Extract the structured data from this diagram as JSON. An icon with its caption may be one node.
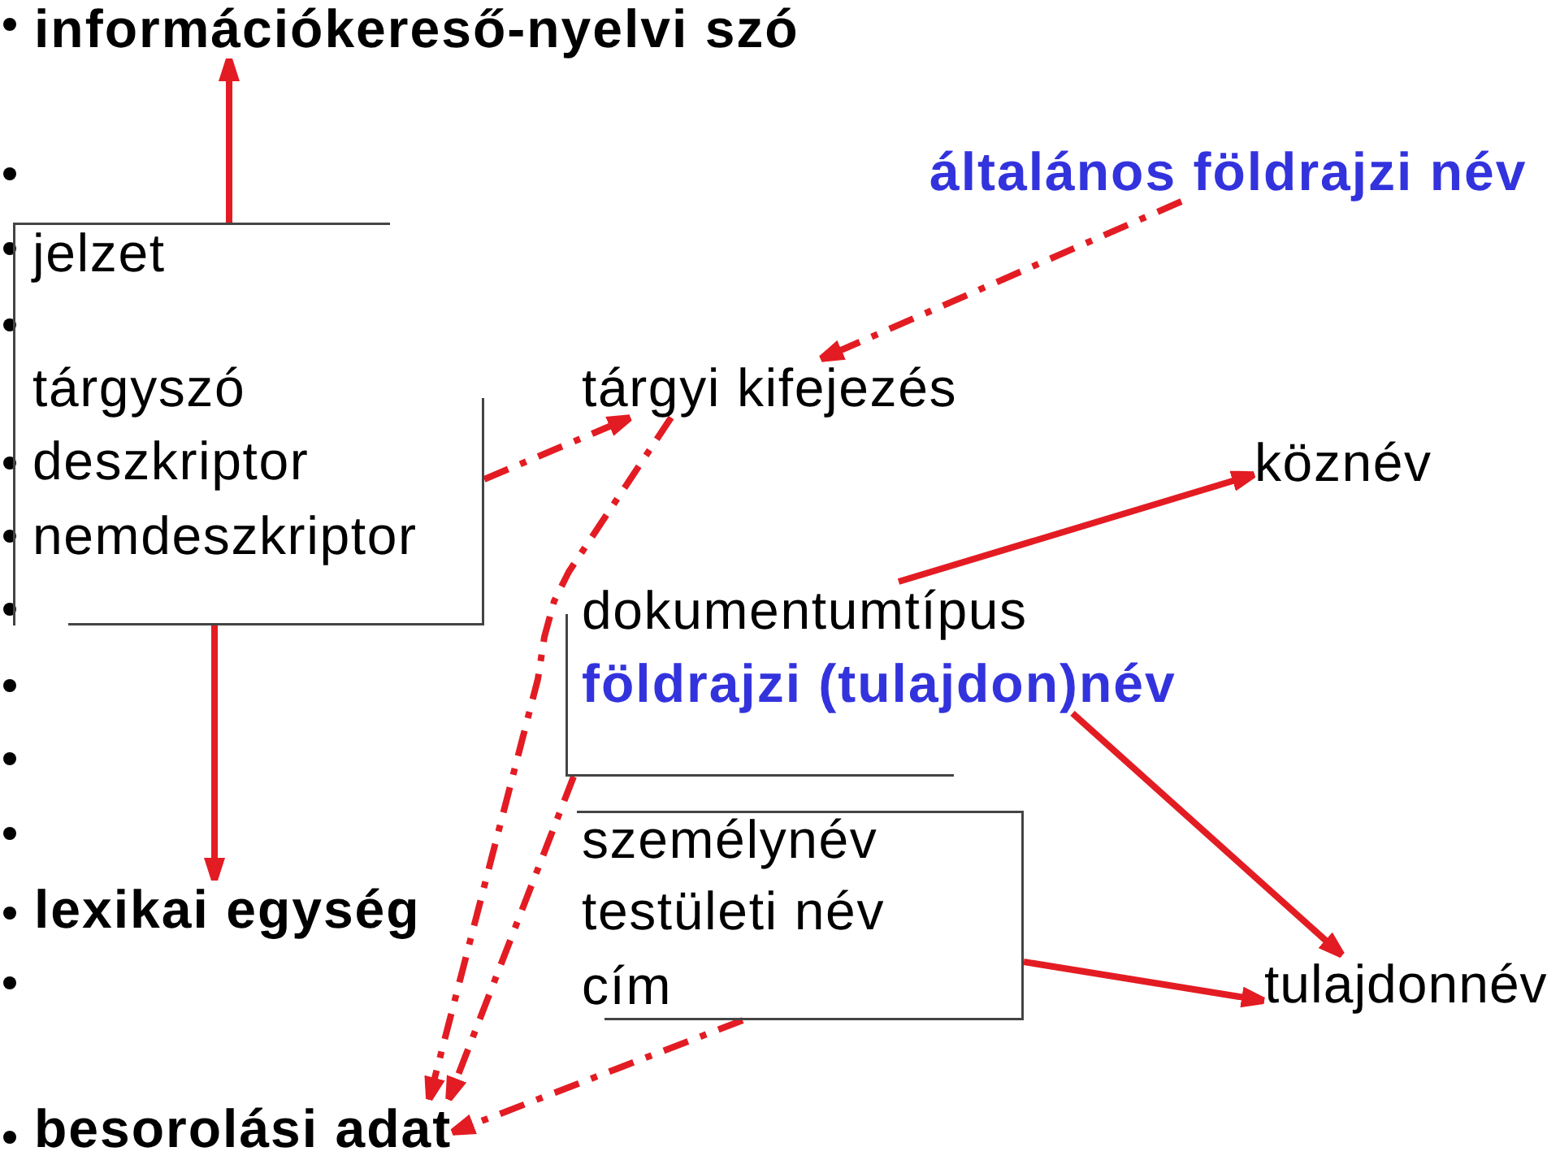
{
  "diagram": {
    "nodes": [
      {
        "text": [
          "információkereső-nyelvi szó"
        ]
      },
      {
        "text": [
          "általános földrajzi név"
        ]
      },
      {
        "text": [
          "jelzet",
          "tárgyszó",
          "deszkriptor",
          "nemdeszkriptor"
        ]
      },
      {
        "text": [
          "tárgyi kifejezés"
        ]
      },
      {
        "text": [
          "köznév"
        ]
      },
      {
        "text": [],
        "shape": "box"
      },
      {
        "text": [
          "dokumentumtípus"
        ],
        "in": 5
      },
      {
        "text": [
          "földrajzi (tulajdon)név"
        ],
        "in": 5
      },
      {
        "text": [
          "személynév",
          "testületi név",
          "cím"
        ]
      },
      {
        "text": [
          "lexikai egység"
        ]
      },
      {
        "text": [
          "tulajdonnév"
        ]
      },
      {
        "text": [
          "besorolási adat"
        ]
      }
    ],
    "edges": [
      {
        "from": 2,
        "to": 0,
        "arrow": "to"
      },
      {
        "from": 2,
        "to": 9,
        "arrow": "to"
      },
      {
        "from": 2,
        "to": 3,
        "arrow": "to",
        "style": "dashed"
      },
      {
        "from": 1,
        "to": 3,
        "arrow": "to",
        "style": "dashed"
      },
      {
        "from": 3,
        "to": 11,
        "arrow": "to",
        "style": "dashed"
      },
      {
        "from": 5,
        "to": 11,
        "arrow": "to",
        "style": "dashed"
      },
      {
        "from": 6,
        "to": 4,
        "arrow": "to"
      },
      {
        "from": 7,
        "to": 10,
        "arrow": "to"
      },
      {
        "from": 8,
        "to": 10,
        "arrow": "to"
      },
      {
        "from": 8,
        "to": 11,
        "arrow": "to",
        "style": "dashed"
      }
    ]
  }
}
